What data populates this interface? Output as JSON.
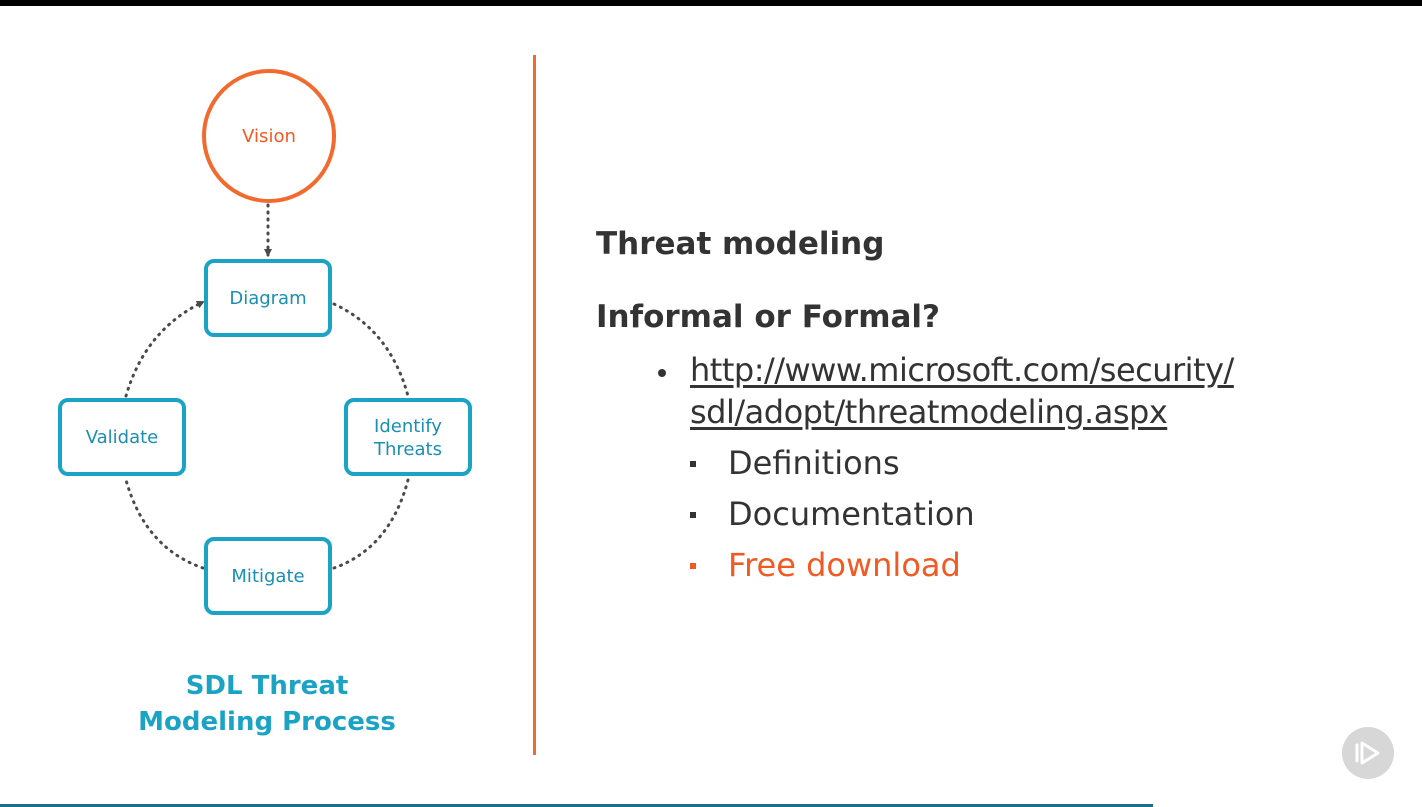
{
  "colors": {
    "accent_orange": "#f26a2e",
    "teal": "#1ba3c6",
    "text": "#333333",
    "top_bar": "#000000",
    "progress": "#1f6f8b"
  },
  "diagram": {
    "nodes": {
      "vision": "Vision",
      "diagram": "Diagram",
      "identify_line1": "Identify",
      "identify_line2": "Threats",
      "mitigate": "Mitigate",
      "validate": "Validate"
    },
    "caption_line1": "SDL Threat",
    "caption_line2": "Modeling Process"
  },
  "content": {
    "heading": "Threat modeling",
    "subheading": "Informal or Formal?",
    "link_line1": "http://www.microsoft.com/security/",
    "link_line2": "sdl/adopt/threatmodeling.aspx",
    "subitems": [
      "Definitions",
      "Documentation",
      "Free download"
    ]
  },
  "player": {
    "play_icon": "play-icon"
  }
}
